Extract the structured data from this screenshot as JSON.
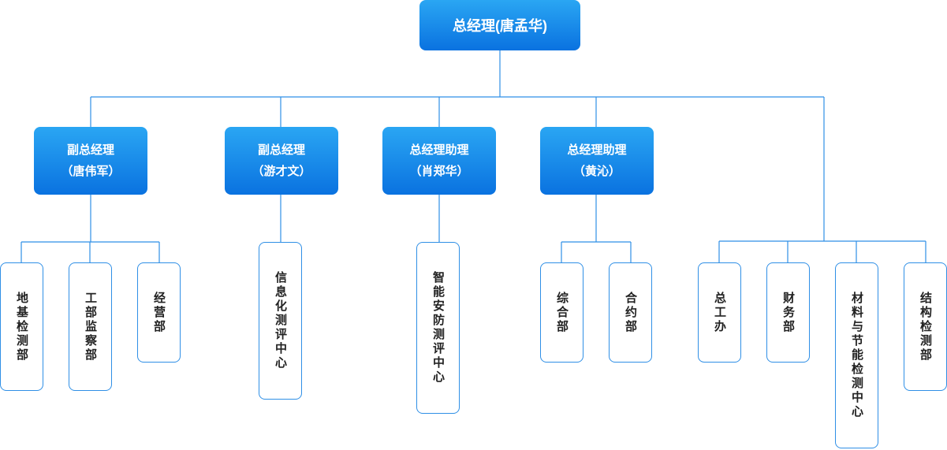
{
  "top": {
    "title": "总经理(唐孟华)"
  },
  "managers": [
    {
      "role": "副总经理",
      "name": "（唐伟军）"
    },
    {
      "role": "副总经理",
      "name": "（游才文）"
    },
    {
      "role": "总经理助理",
      "name": "（肖郑华）"
    },
    {
      "role": "总经理助理",
      "name": "（黄沁）"
    }
  ],
  "departments": [
    "地基检测部",
    "工部监察部",
    "经营部",
    "信息化测评中心",
    "智能安防测评中心",
    "综合部",
    "合约部",
    "总工办",
    "财务部",
    "材料与节能检测中心",
    "结构检测部"
  ],
  "colors": {
    "box_top": "#2aa6f3",
    "box_bottom": "#0a72e0",
    "line": "#2f8fe6"
  }
}
